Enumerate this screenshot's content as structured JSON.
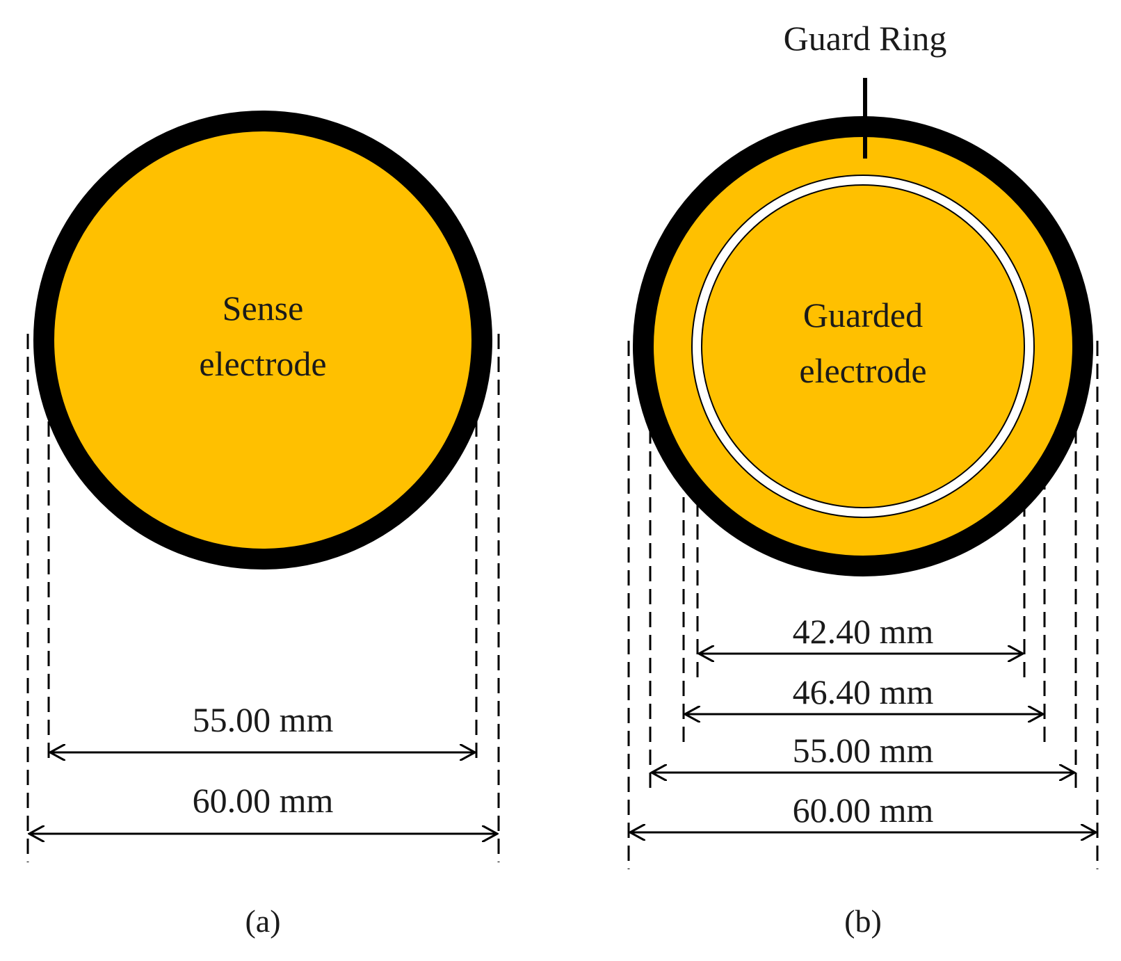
{
  "colors": {
    "electrode_fill": "#FFC000",
    "outline": "#000000",
    "gap": "#ffffff",
    "text": "#1a1a1a"
  },
  "panel_a": {
    "electrode_label_line1": "Sense",
    "electrode_label_line2": "electrode",
    "dim_inner": "55.00 mm",
    "dim_outer": "60.00 mm",
    "caption": "(a)"
  },
  "panel_b": {
    "guard_ring_label": "Guard Ring",
    "electrode_label_line1": "Guarded",
    "electrode_label_line2": "electrode",
    "dim_1": "42.40 mm",
    "dim_2": "46.40 mm",
    "dim_3": "55.00 mm",
    "dim_4": "60.00 mm",
    "caption": "(b)"
  }
}
